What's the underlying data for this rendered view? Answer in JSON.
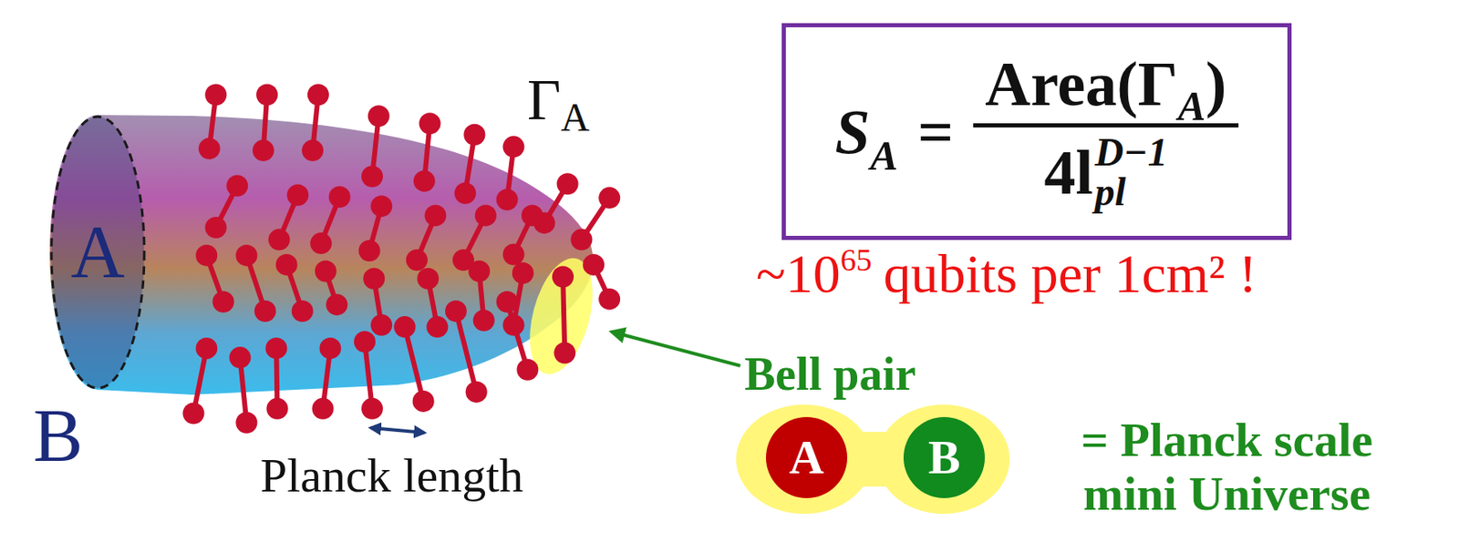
{
  "diagram": {
    "nodes": [
      {
        "text": [
          "B"
        ]
      },
      {
        "text": [
          "A"
        ],
        "in": 0
      },
      {
        "text": [
          "S",
          "A",
          "=",
          "Area(Γ",
          "A",
          ")",
          "4l",
          "pl",
          "D−1"
        ]
      },
      {
        "text": [
          "A"
        ]
      },
      {
        "text": [
          "B"
        ]
      }
    ],
    "labels": [
      "Γ",
      "A",
      "~10",
      "65",
      "qubits per 1cm² !",
      "Bell pair",
      "= Planck scale mini Universe",
      "Planck length"
    ]
  }
}
